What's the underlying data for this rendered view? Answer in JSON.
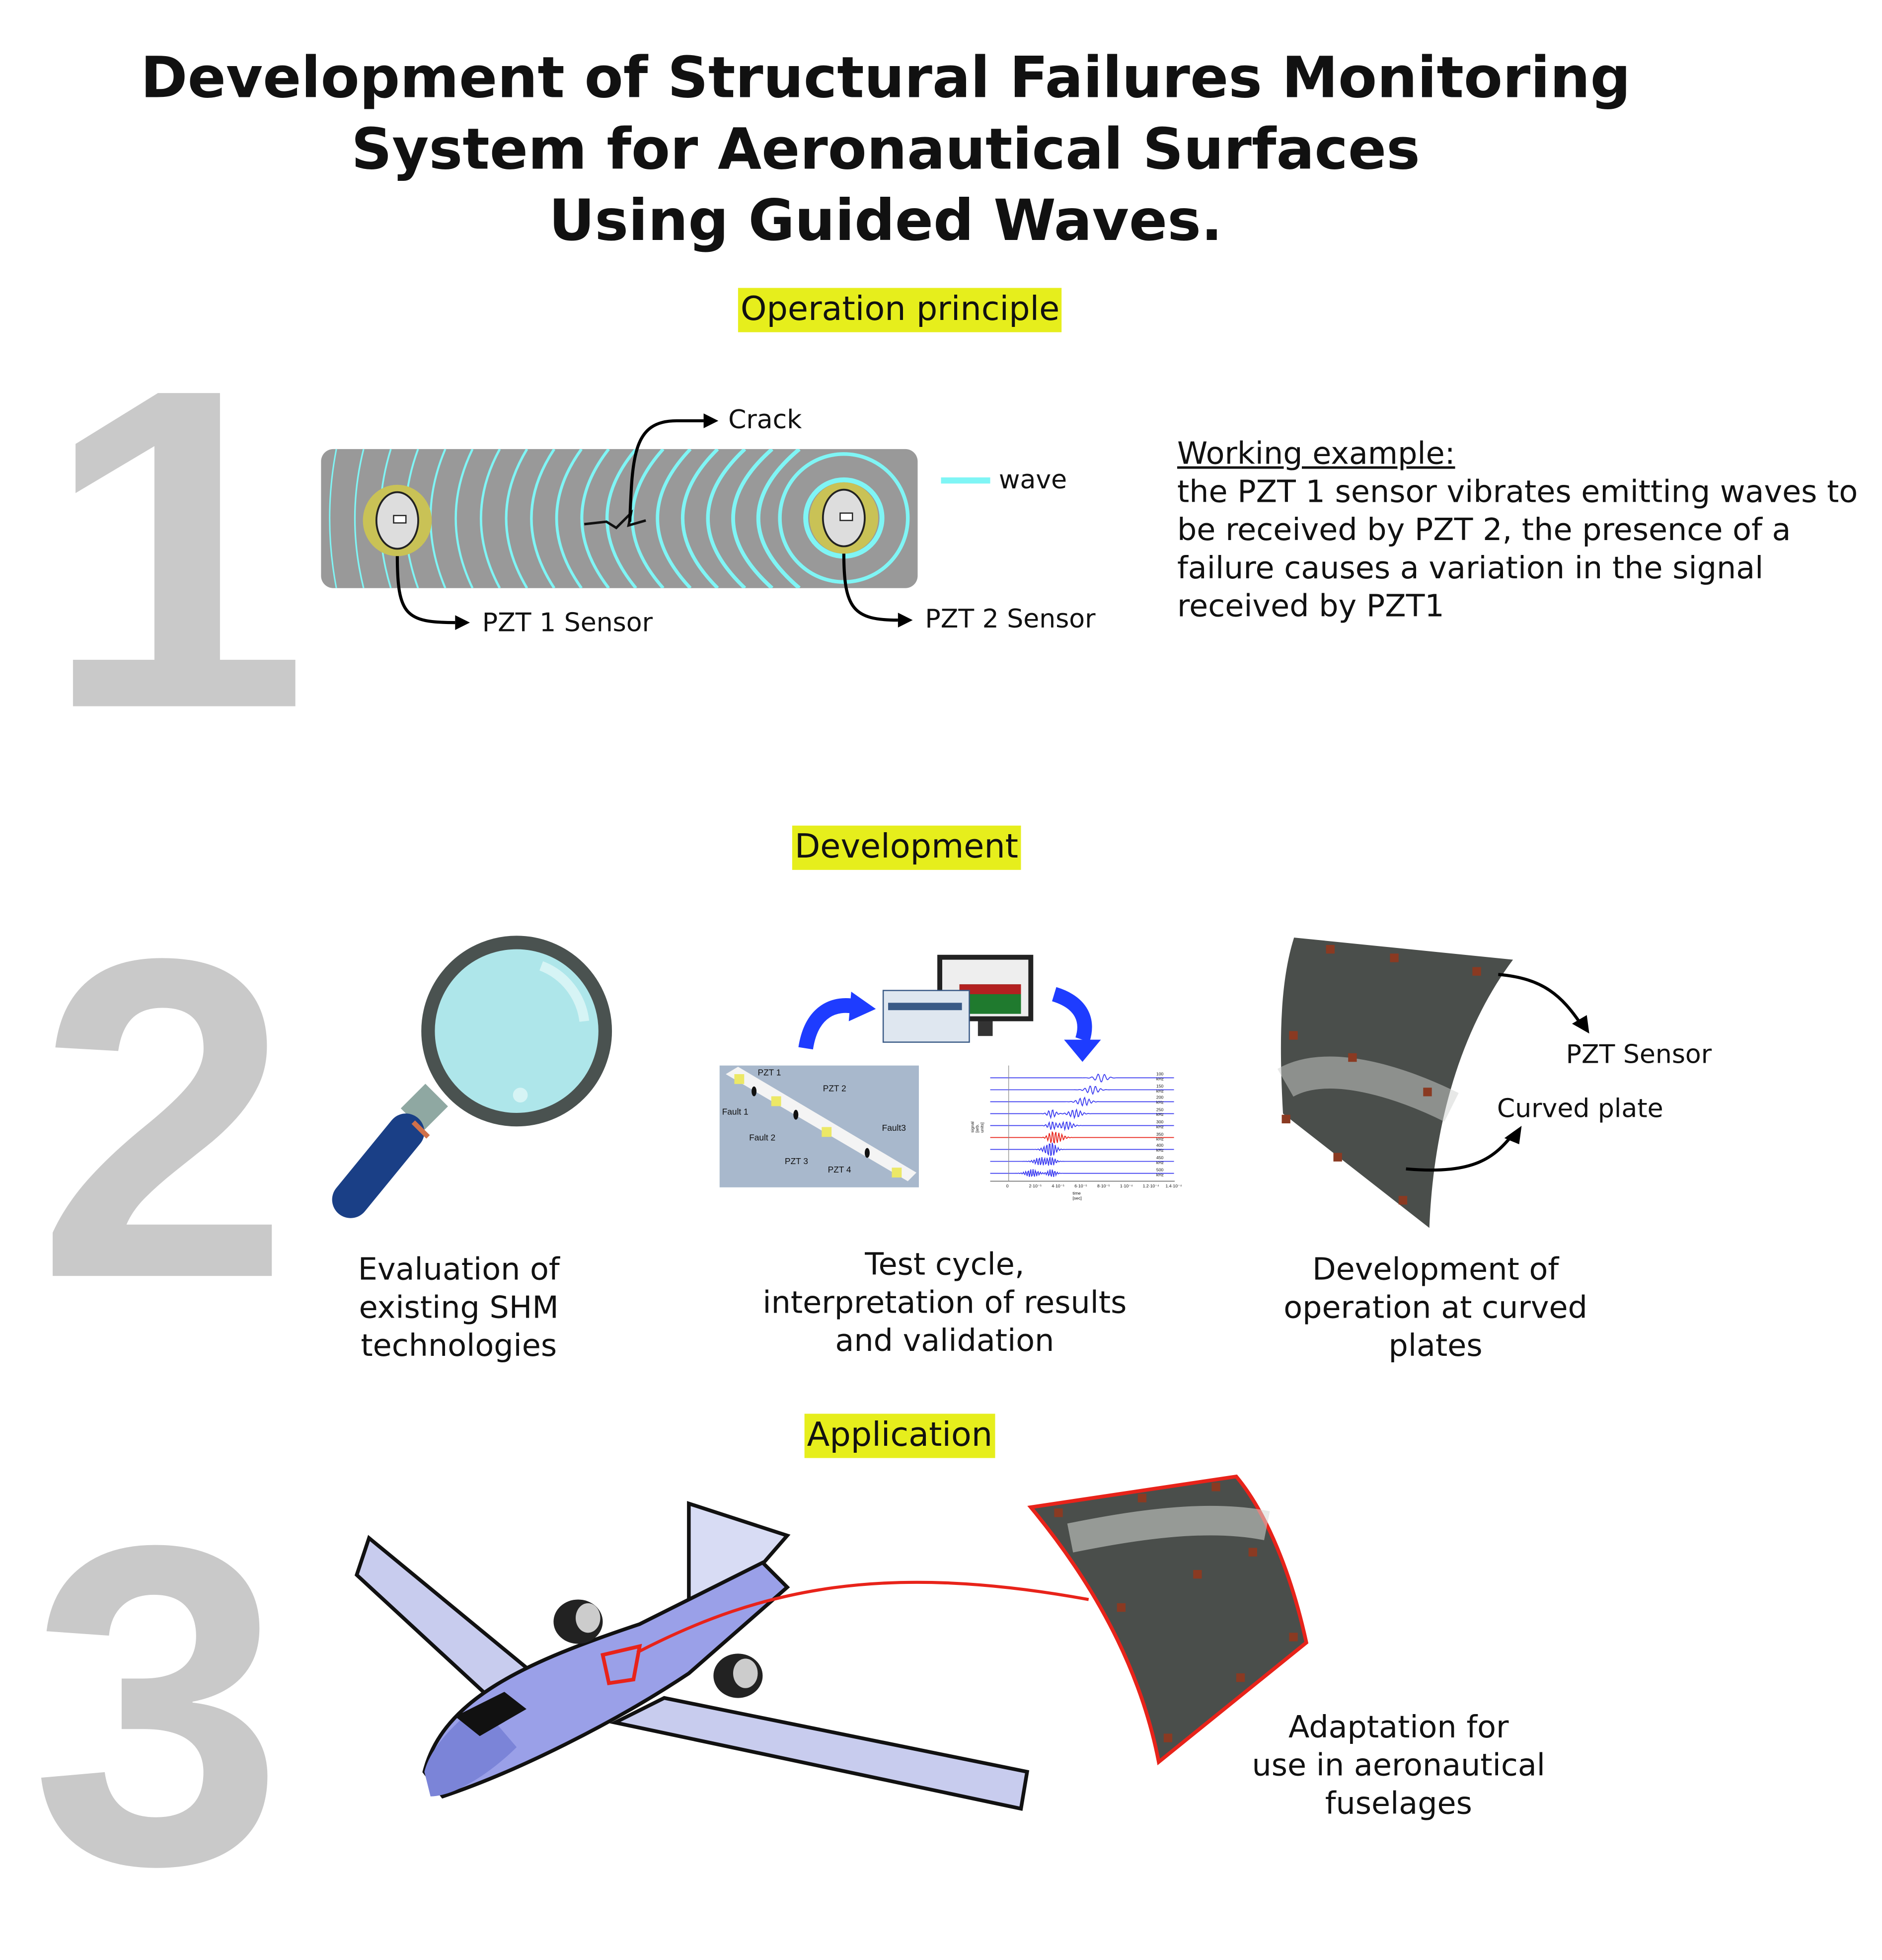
{
  "title": {
    "line1": "Development of Structural Failures Monitoring",
    "line2": "System for Aeronautical Surfaces",
    "line3": "Using Guided Waves."
  },
  "section1": {
    "number": "1",
    "heading": "Operation principle",
    "labels": {
      "crack": "Crack",
      "wave": "wave",
      "pzt1": "PZT 1 Sensor",
      "pzt2": "PZT 2 Sensor"
    },
    "working_title": "Working example:",
    "working_lines": [
      "the PZT 1 sensor vibrates emitting waves to",
      "be received by PZT 2, the presence of a",
      "failure causes a variation in the signal",
      "received by PZT1"
    ]
  },
  "section2": {
    "number": "2",
    "heading": "Development",
    "captions": {
      "evaluation": [
        "Evaluation of",
        "existing SHM",
        "technologies"
      ],
      "test": [
        "Test cycle,",
        "interpretation of results",
        "and validation"
      ],
      "curved": [
        "Development of",
        "operation at curved",
        "plates"
      ]
    },
    "plate_photo_labels": {
      "pzt1": "PZT 1",
      "pzt2": "PZT 2",
      "pzt3": "PZT 3",
      "pzt4": "PZT 4",
      "fault1": "Fault 1",
      "fault2": "Fault 2",
      "fault3": "Fault3"
    },
    "signal_plot": {
      "frequencies": [
        "100 kHz",
        "150 kHz",
        "200 kHz",
        "250 kHz",
        "300 kHz",
        "350 kHz",
        "400 kHz",
        "450 kHz",
        "500 kHz"
      ],
      "xticks": [
        "0",
        "2·10⁻⁵",
        "4·10⁻⁵",
        "6·10⁻⁵",
        "8·10⁻⁵",
        "1·10⁻⁴",
        "1.2·10⁻⁴",
        "1.4·10⁻⁴"
      ],
      "xlabel": "time [sec]",
      "ylabel": "signal [arb. units]"
    },
    "curved_labels": {
      "sensor": "PZT Sensor",
      "plate": "Curved plate"
    }
  },
  "section3": {
    "number": "3",
    "heading": "Application",
    "caption": [
      "Adaptation for",
      "use in aeronautical",
      "fuselages"
    ]
  },
  "colors": {
    "highlight": "#e6ee1c",
    "wave": "#7ff5f5",
    "numeral": "#c9c9c9",
    "arrow_blue": "#1e3cff",
    "red": "#e8231a"
  }
}
